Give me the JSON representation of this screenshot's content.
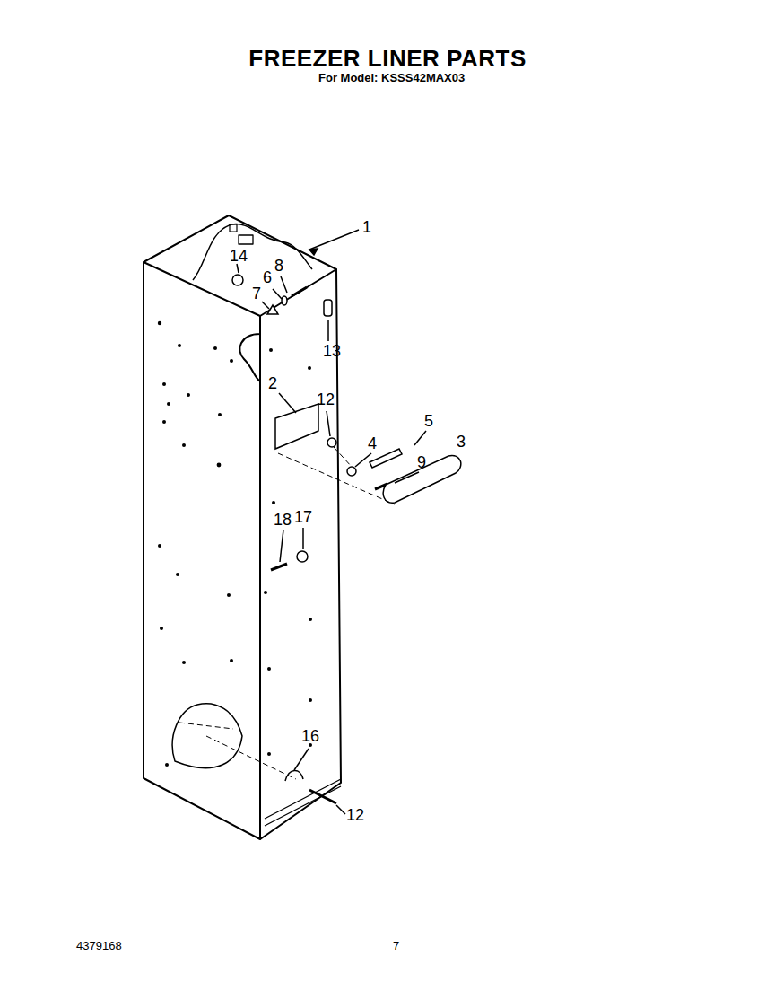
{
  "diagram": {
    "title": "FREEZER LINER PARTS",
    "labels": [
      "For Model: KSSS42MAX03",
      "1",
      "14",
      "8",
      "6",
      "7",
      "13",
      "2",
      "12",
      "5",
      "4",
      "3",
      "9",
      "18",
      "17",
      "16",
      "12",
      "4379168",
      "7"
    ]
  }
}
